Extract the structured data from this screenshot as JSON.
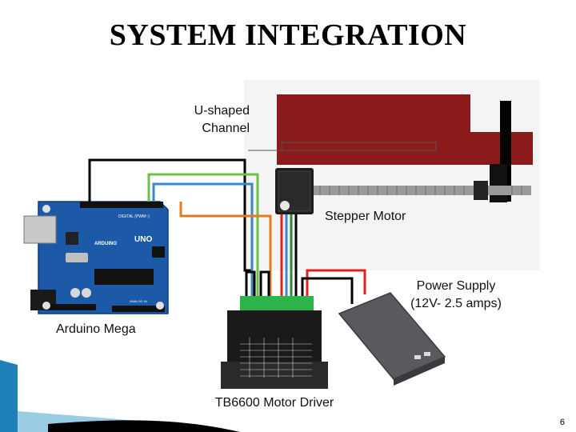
{
  "slide": {
    "title": "SYSTEM INTEGRATION",
    "page_number": "6"
  },
  "labels": {
    "channel_line1": "U-shaped",
    "channel_line2": "Channel",
    "stepper_motor": "Stepper Motor",
    "power_supply_line1": "Power Supply",
    "power_supply_line2": "(12V- 2.5 amps)",
    "arduino": "Arduino Mega",
    "driver": "TB6600 Motor Driver"
  },
  "board_marks": {
    "uno": "UNO",
    "arduino": "ARDUINO",
    "digital": "DIGITAL (PWM~)",
    "analog": "ANALOG IN"
  },
  "colors": {
    "channel": "#8b1a1a",
    "board": "#1c5aa8",
    "driver": "#1a1a1a",
    "terminal": "#2db34a",
    "power_bank": "#5a5a5e",
    "wire_black": "#000000",
    "wire_green": "#6cc04a",
    "wire_blue": "#3a88c8",
    "wire_orange": "#e07b1f",
    "wire_red": "#e02020",
    "accent_blue": "#1f7fb8"
  }
}
